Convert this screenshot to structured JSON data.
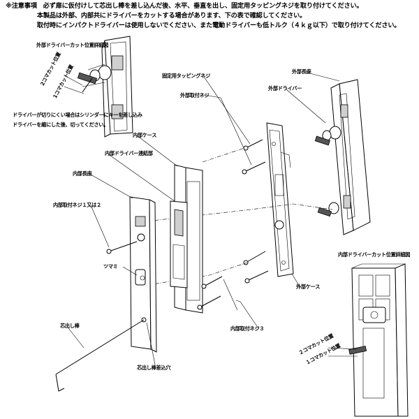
{
  "notes": {
    "line1": "※注意事項　必ず扉に仮付けして芯出し棒を差し込んだ後、水平、垂直を出し、固定用タッピングネジを取り付けてください。",
    "line2": "　　　　　本製品は外部、内部共にドライバーをカットする場合があります、下の表で確認してください。",
    "line3": "　　　　　取付時にインパクトドライバーは使用しないでください、また電動ドライバーも低トルク（４ｋｇ以下）で取り付けてください。"
  },
  "labels": {
    "ext_cut_title": "外部ドライバーカット位置詳細図",
    "two_koma_cut": "2コマカット位置",
    "one_koma_cut": "1コマカット位置",
    "driver_note_1": "ドライバーが切りにくい場合はシリンダーにキーを差し込み",
    "driver_note_2": "ドライバーを縮にした後、切ってください。",
    "fixing_tapping_screw": "固定用タッピングネジ",
    "ext_mounting_screw": "外部取付ネジ",
    "ext_escutcheon_top": "外部長座",
    "ext_driver": "外部ドライバー",
    "inner_case": "内部ケース",
    "inner_driver_link": "内部ドライバー連結部",
    "inner_escutcheon": "内部長座",
    "inner_mounting_screw_2": "内部取付ネジ１又は２",
    "knob": "ツマミ",
    "ext_case": "外部ケース",
    "inner_mounting_screw_3": "内部取付ネジ３",
    "centering_rod": "芯出し棒",
    "centering_rod_hole": "芯出し棒差込穴",
    "int_cut_title": "内部ドライバーカット位置詳細図",
    "two_koma_cut_b": "２コマカット位置",
    "one_koma_cut_b": "１コマカット位置"
  }
}
